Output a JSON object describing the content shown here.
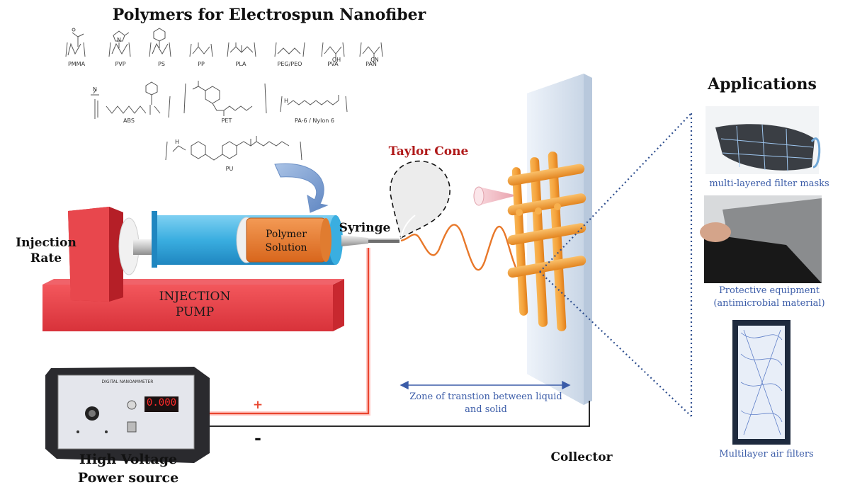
{
  "title": "Polymers for Electrospun Nanofiber",
  "polymers_row1": [
    "PMMA",
    "PVP",
    "PS",
    "PP",
    "PLA",
    "PEG/PEO",
    "PVA",
    "PAN"
  ],
  "polymers_row2": [
    "ABS",
    "PET",
    "PA-6 / Nylon 6"
  ],
  "polymers_row3": [
    "PU"
  ],
  "groups": {
    "oh": "OH",
    "cn": "CN",
    "n": "N",
    "nh": "H"
  },
  "labels": {
    "injection_rate": "Injection Rate",
    "injection_pump": "INJECTION PUMP",
    "polymer_solution": "Polymer Solution",
    "syringe": "Syringe",
    "taylor_cone": "Taylor Cone",
    "zone": "Zone of transtion between liquid and solid",
    "collector": "Collector",
    "hv": "High Voltage Power source",
    "plus": "+",
    "minus": "-",
    "device_panel": "DIGITAL NANOAMMETER",
    "display": "0.000"
  },
  "applications": {
    "title": "Applications",
    "items": [
      {
        "label": "multi-layered filter masks"
      },
      {
        "label": "Protective equipment (antimicrobial material)"
      },
      {
        "label": "Multilayer air filters"
      }
    ]
  },
  "colors": {
    "pump_red": "#e0383e",
    "syringe_blue": "#3aaee0",
    "solution_orange": "#e8782a",
    "fiber_orange": "#f5a33c",
    "wire_red": "#e8452e",
    "accent_blue": "#3b5ca8",
    "taylor_red": "#b01a1a"
  }
}
